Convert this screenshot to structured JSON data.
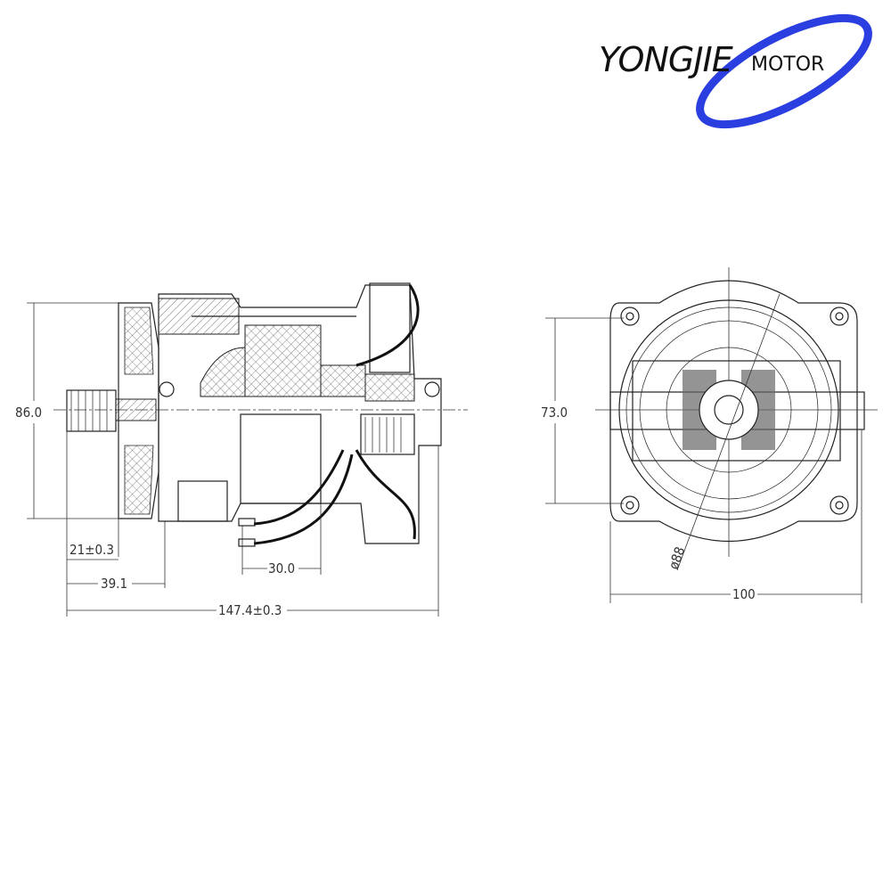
{
  "logo": {
    "brand": "YONGJIE",
    "suffix": "MOTOR",
    "accent_color": "#2b3fe0"
  },
  "side_view": {
    "dimensions": {
      "height": "86.0",
      "shaft_length": "21±0.3",
      "front_length": "39.1",
      "total_length": "147.4±0.3",
      "terminal_spacing": "30.0"
    }
  },
  "end_view": {
    "dimensions": {
      "hole_spacing": "73.0",
      "width": "100",
      "diameter": "ø88"
    }
  }
}
